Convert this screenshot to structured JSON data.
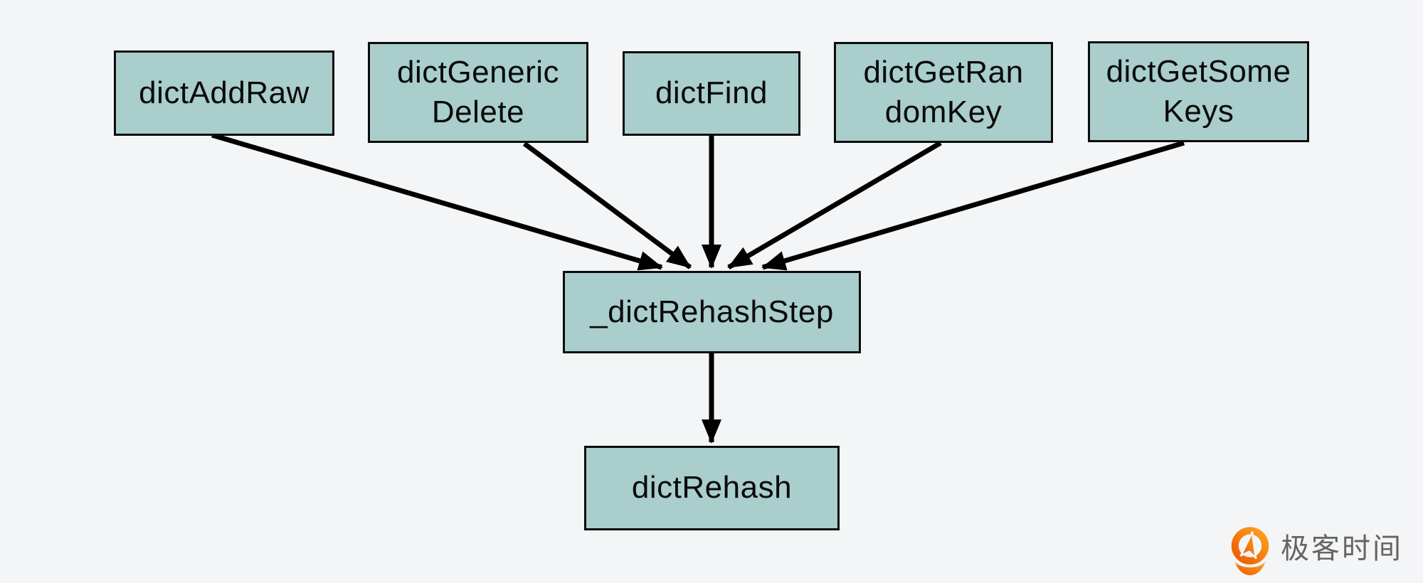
{
  "background": "#f3f5f6",
  "diagram": {
    "type": "call-graph",
    "colors": {
      "node_fill": "#a9cecb",
      "node_border": "#0c0c0c",
      "arrow": "#000000"
    },
    "nodes": [
      {
        "id": "dictAddRaw",
        "label": "dictAddRaw"
      },
      {
        "id": "dictGenericDelete",
        "label": "dictGeneric\nDelete"
      },
      {
        "id": "dictFind",
        "label": "dictFind"
      },
      {
        "id": "dictGetRandomKey",
        "label": "dictGetRan\ndomKey"
      },
      {
        "id": "dictGetSomeKeys",
        "label": "dictGetSome\nKeys"
      },
      {
        "id": "_dictRehashStep",
        "label": "_dictRehashStep"
      },
      {
        "id": "dictRehash",
        "label": "dictRehash"
      }
    ],
    "edges": [
      {
        "from": "dictAddRaw",
        "to": "_dictRehashStep"
      },
      {
        "from": "dictGenericDelete",
        "to": "_dictRehashStep"
      },
      {
        "from": "dictFind",
        "to": "_dictRehashStep"
      },
      {
        "from": "dictGetRandomKey",
        "to": "_dictRehashStep"
      },
      {
        "from": "dictGetSomeKeys",
        "to": "_dictRehashStep"
      },
      {
        "from": "_dictRehashStep",
        "to": "dictRehash"
      }
    ]
  },
  "watermark": {
    "text": "极客时间",
    "text_color": "#646464",
    "icon": "geektime-logo-icon",
    "icon_color_top": "#ffa21f",
    "icon_color_bottom": "#ee5a00"
  }
}
